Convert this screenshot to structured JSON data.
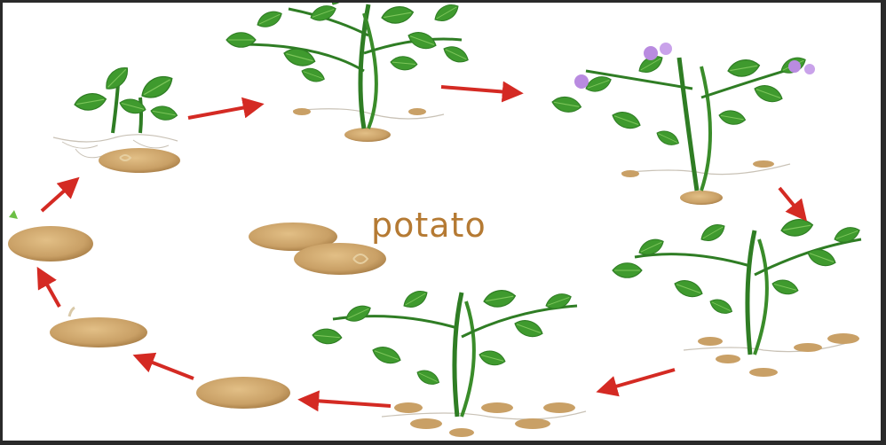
{
  "diagram": {
    "title": "potato",
    "colors": {
      "leaf": "#3f9a2e",
      "leaf_light": "#6cbf45",
      "stem": "#2f7d24",
      "tuber": "#c9a066",
      "tuber_dark": "#a47a43",
      "arrow": "#d42a23",
      "flower": "#b98be0",
      "root": "#9a8a7a"
    },
    "stages": [
      {
        "id": "seed-potato",
        "icon": "seed-potato-icon"
      },
      {
        "id": "sprouting-tuber",
        "icon": "sprouting-tuber-icon"
      },
      {
        "id": "seedling",
        "icon": "seedling-icon"
      },
      {
        "id": "young-plant",
        "icon": "young-plant-icon"
      },
      {
        "id": "flowering-plant",
        "icon": "flowering-plant-icon"
      },
      {
        "id": "mature-plant",
        "icon": "mature-plant-icon"
      },
      {
        "id": "tuber-forming-plant",
        "icon": "tuber-forming-plant-icon"
      },
      {
        "id": "harvested-tuber",
        "icon": "harvested-tuber-icon"
      }
    ]
  }
}
